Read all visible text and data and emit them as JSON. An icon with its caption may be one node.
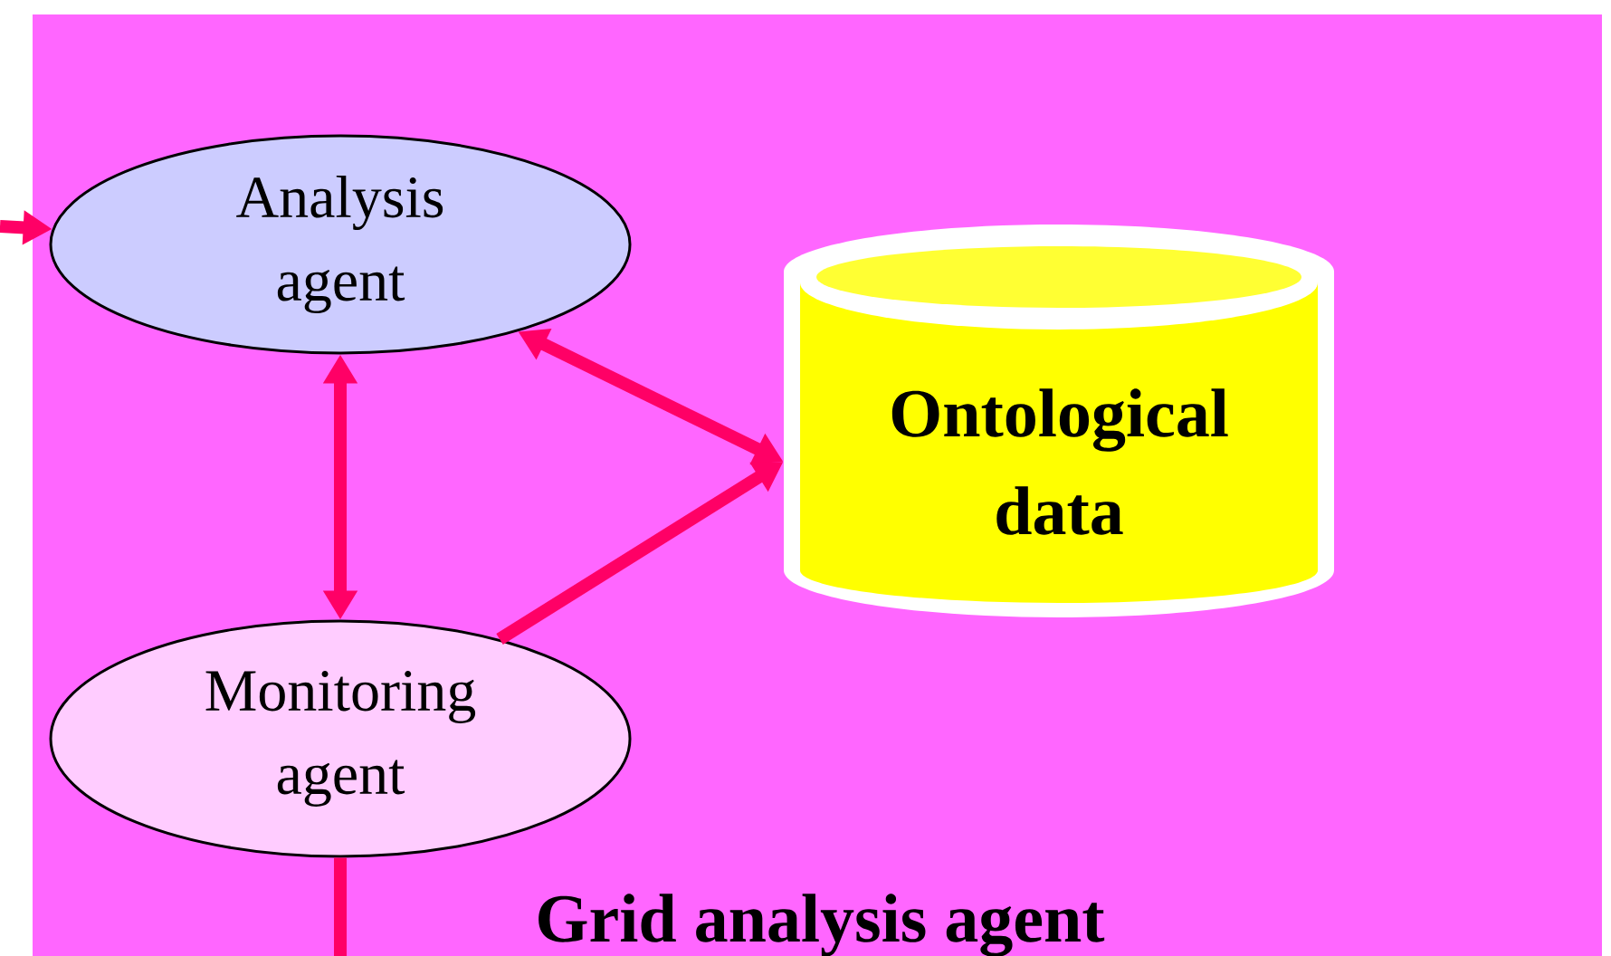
{
  "diagram": {
    "nodes": [
      {
        "text": [
          "Grid analysis agent"
        ]
      },
      {
        "text": [
          "Analysis agent"
        ],
        "in": 0
      },
      {
        "text": [
          "Ontological data"
        ],
        "in": 0
      },
      {
        "text": [
          "Monitoring agent"
        ],
        "in": 0
      }
    ],
    "edges": [
      {
        "from": null,
        "to": 1,
        "arrow": "to"
      },
      {
        "from": 1,
        "to": 2,
        "arrow": "both"
      },
      {
        "from": 1,
        "to": 3,
        "arrow": "both"
      },
      {
        "from": 3,
        "to": 2,
        "arrow": "to"
      },
      {
        "from": 3,
        "to": null,
        "arrow": "none"
      }
    ]
  }
}
